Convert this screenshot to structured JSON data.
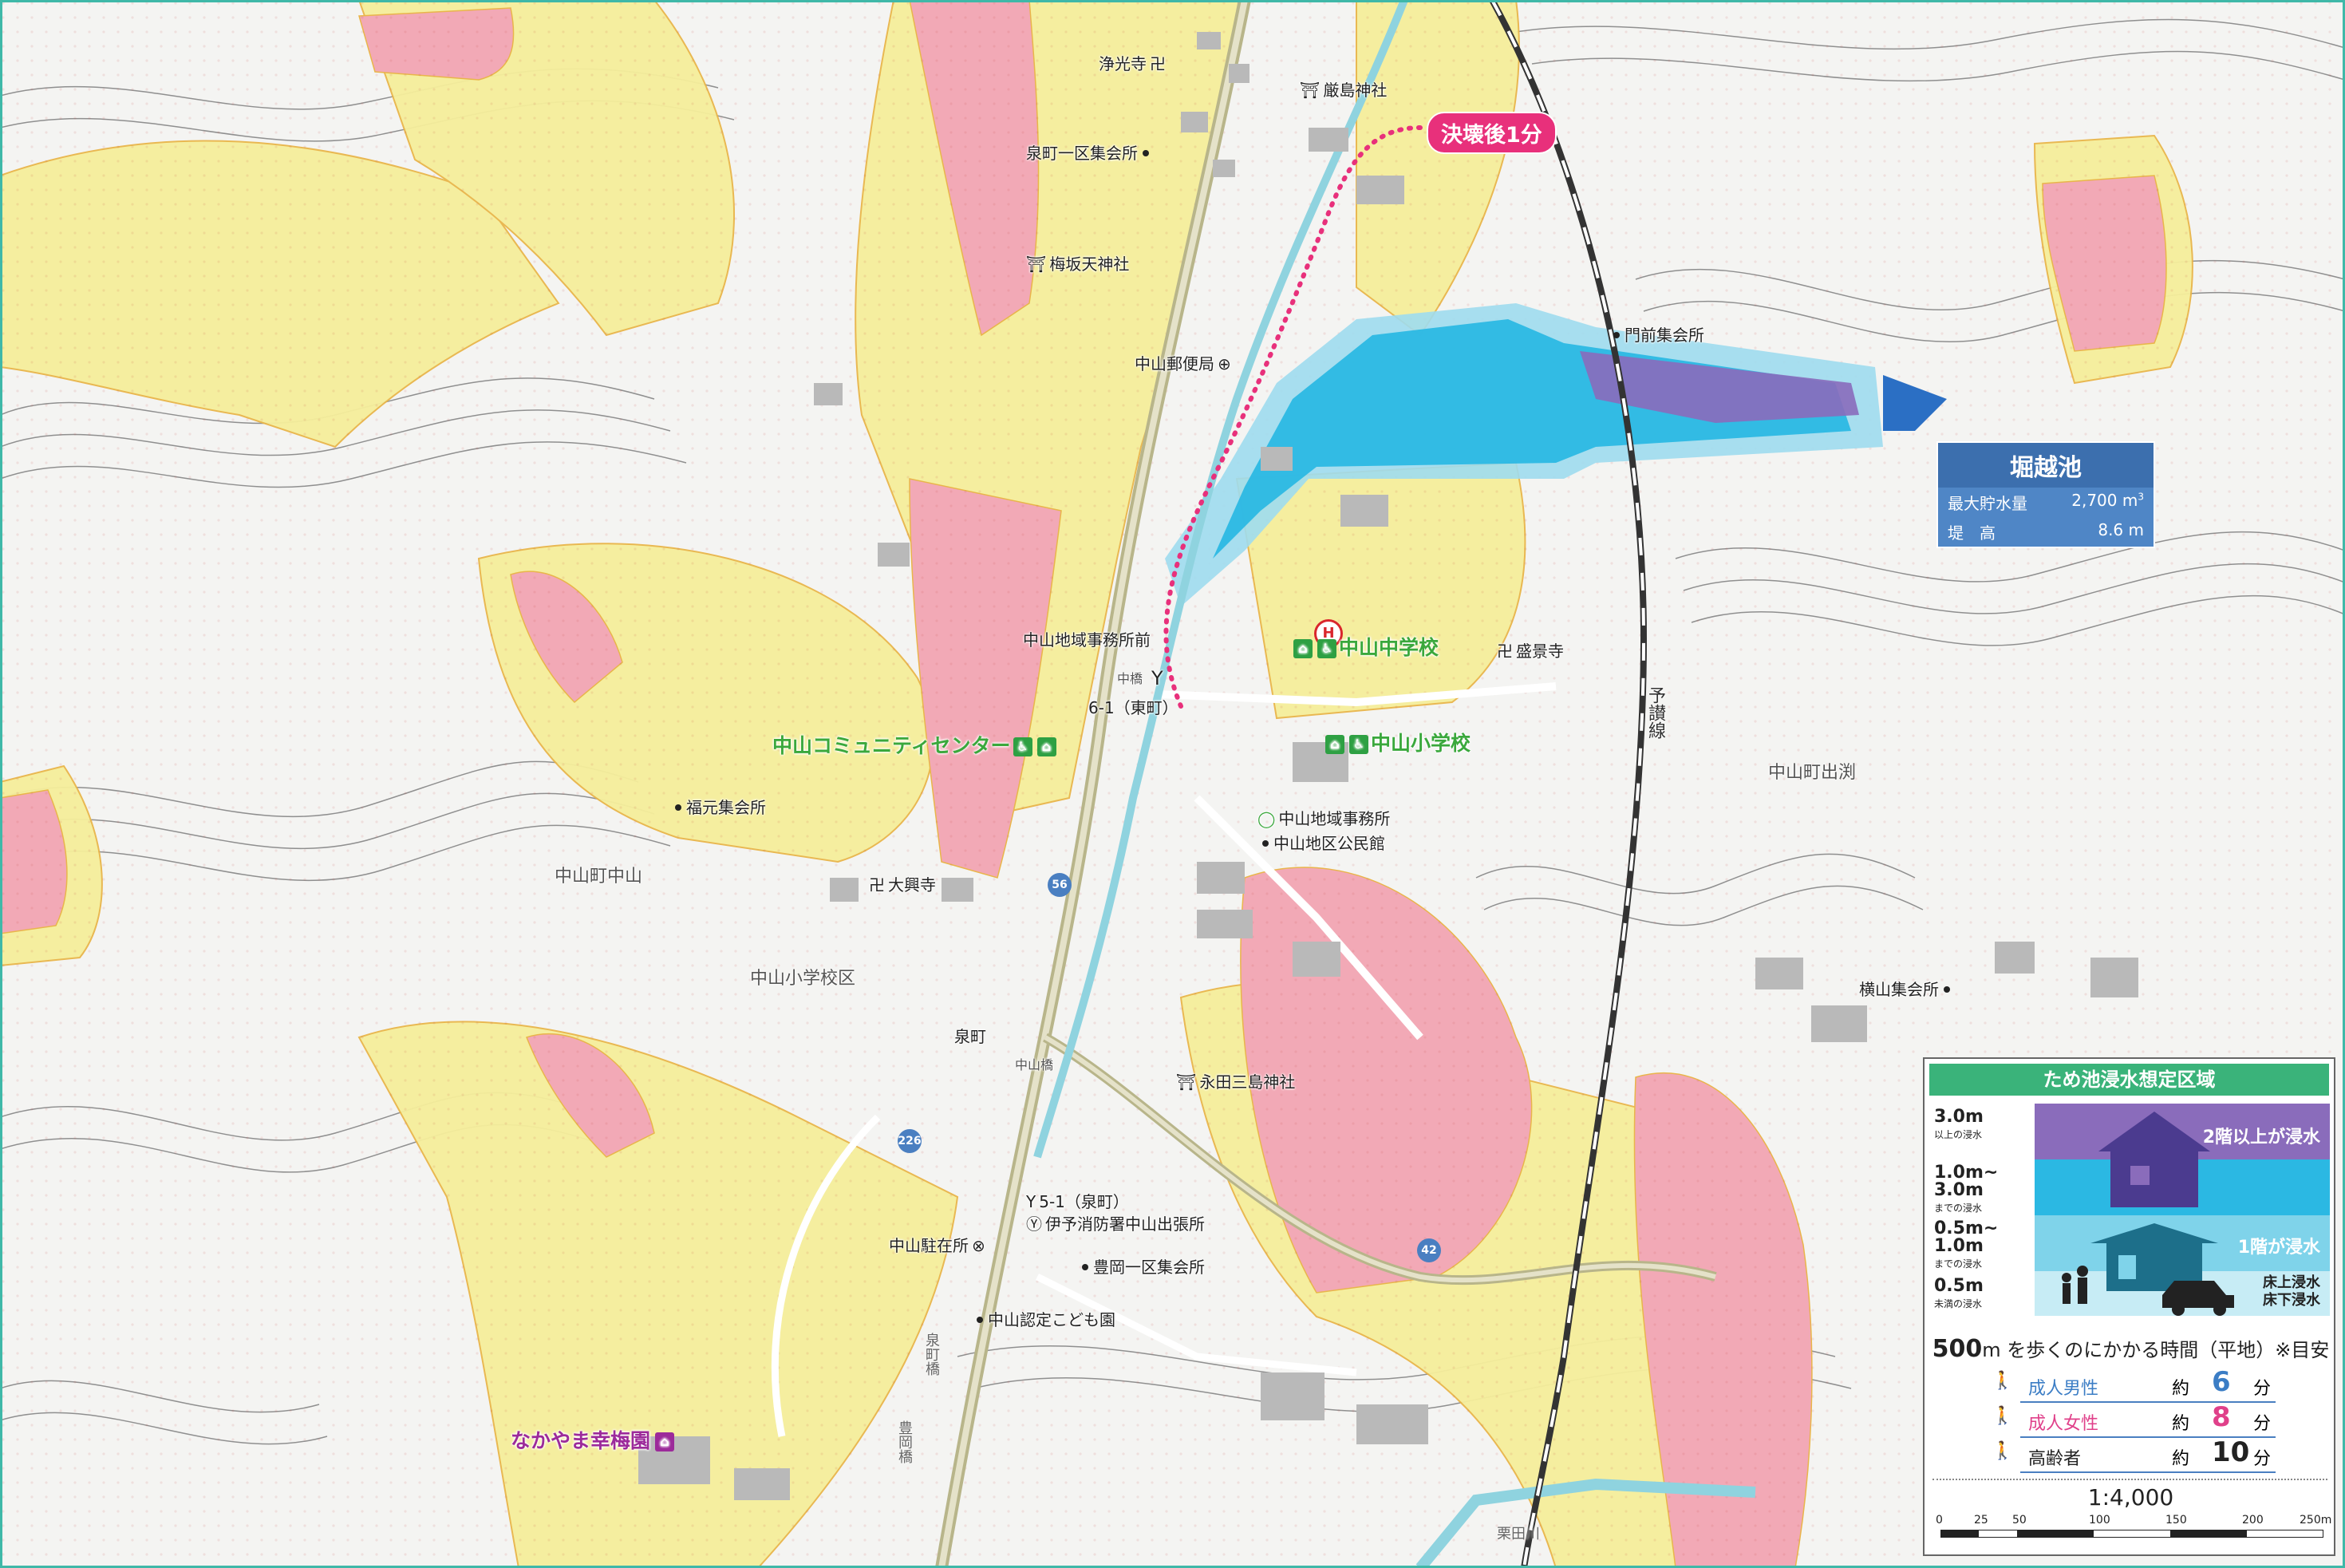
{
  "breach_label": "決壊後1分",
  "pond": {
    "name": "堀越池",
    "capacity_label": "最大貯水量",
    "capacity_value": "2,700 m",
    "capacity_unit_sup": "3",
    "height_label": "堤　高",
    "height_value": "8.6 m"
  },
  "shelters": {
    "middle_school": "中山中学校",
    "elementary_school": "中山小学校",
    "community_center": "中山コミュニティセンター",
    "nursing_home": "なかやま幸梅園"
  },
  "places": {
    "joukouji": "浄光寺",
    "itsukushima": "厳島神社",
    "izumi1": "泉町一区集会所",
    "umesaka": "梅坂天神社",
    "post": "中山郵便局",
    "monzen": "門前集会所",
    "office_front": "中山地域事務所前",
    "nakahashi": "中橋",
    "bus61": "6-1（東町）",
    "seikeiji": "盛景寺",
    "fukumoto": "福元集会所",
    "office": "中山地域事務所",
    "kominkan": "中山地区公民館",
    "taikouji": "大興寺",
    "izumimachi": "泉町",
    "nakayamabashi": "中山橋",
    "nagata": "永田三島神社",
    "bus51": "5-1（泉町）",
    "fire": "伊予消防署中山出張所",
    "police": "中山駐在所",
    "toyooka": "豊岡一区集会所",
    "kodomoen": "中山認定こども園",
    "yokoyama": "横山集会所",
    "izumimachibashi": "泉町橋",
    "toyobashi": "豊岡橋",
    "kurumagawa": "栗田川"
  },
  "areas": {
    "nakayama_nakayama": "中山町中山",
    "school_district": "中山小学校区",
    "dezure": "中山町出渕"
  },
  "rail": "予讃線",
  "routes": [
    "56",
    "226",
    "42"
  ],
  "legend": {
    "title": "ため池浸水想定区域",
    "depths": [
      {
        "value": "3.0m",
        "note": "以上の浸水",
        "text": "2階以上が浸水",
        "color": "#8a6cbb"
      },
      {
        "value": "1.0m~\n3.0m",
        "note": "までの浸水",
        "text": "",
        "color": "#2bb8e3"
      },
      {
        "value": "0.5m~\n1.0m",
        "note": "までの浸水",
        "text": "1階が浸水",
        "color": "#7fd3ea"
      },
      {
        "value": "0.5m",
        "note": "未満の浸水",
        "text": "床上浸水\n床下浸水",
        "color": "#c7ecf5"
      }
    ],
    "walk_title_num": "500",
    "walk_title_rest": "m を歩くのにかかる時間（平地）※目安",
    "walkers": [
      {
        "label": "成人男性",
        "approx": "約",
        "minutes": "6",
        "unit": "分",
        "color": "#3b7dc5"
      },
      {
        "label": "成人女性",
        "approx": "約",
        "minutes": "8",
        "unit": "分",
        "color": "#e0408a"
      },
      {
        "label": "高齢者",
        "approx": "約",
        "minutes": "10",
        "unit": "分",
        "color": "#222222"
      }
    ],
    "scale_text": "1:4,000",
    "scale_ticks": [
      "0",
      "25",
      "50",
      "100",
      "150",
      "200",
      "250"
    ],
    "scale_unit": "m"
  },
  "colors": {
    "yellow_zone": "#f6ee9b",
    "pink_zone": "#f2a9b6",
    "flood_blue": "#2bb8e3",
    "flood_light": "#9fdcee",
    "flood_purple": "#8a6cbb",
    "road": "#b8b58a",
    "accent_green": "#3aa83c",
    "breach_pink": "#e8307b"
  }
}
